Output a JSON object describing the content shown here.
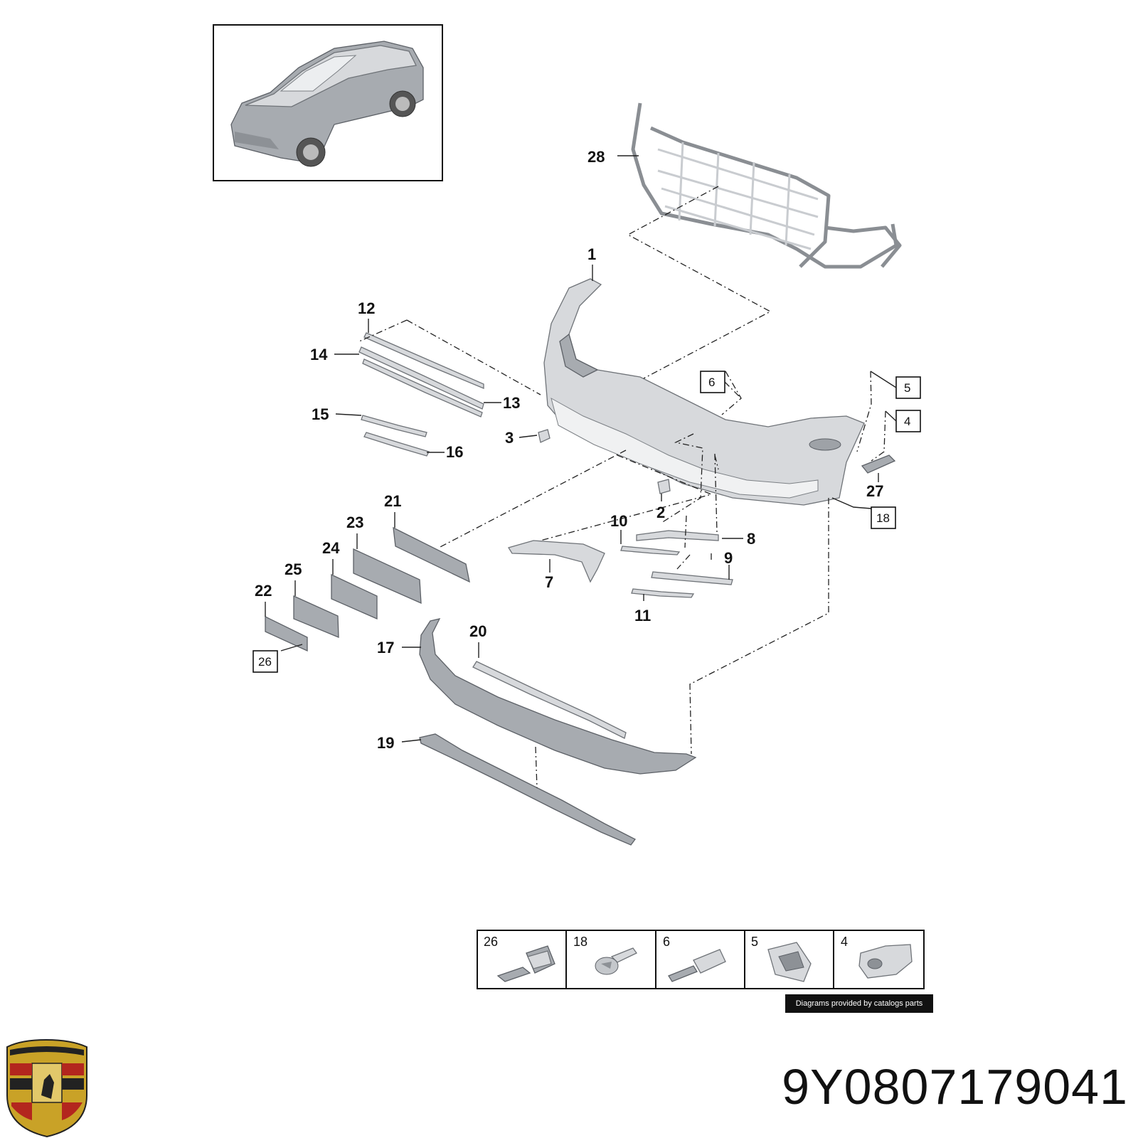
{
  "diagram": {
    "callouts": [
      "1",
      "2",
      "3",
      "7",
      "8",
      "9",
      "10",
      "11",
      "12",
      "13",
      "14",
      "15",
      "16",
      "17",
      "19",
      "20",
      "21",
      "22",
      "23",
      "24",
      "25",
      "27",
      "28"
    ],
    "boxed_callouts": [
      "4",
      "5",
      "6",
      "18",
      "26"
    ],
    "legend": [
      {
        "label": "26",
        "icon": "expansion-rivet-icon"
      },
      {
        "label": "18",
        "icon": "flange-screw-icon"
      },
      {
        "label": "6",
        "icon": "push-pin-clip-icon"
      },
      {
        "label": "5",
        "icon": "bracket-clip-icon"
      },
      {
        "label": "4",
        "icon": "mounting-bracket-icon"
      }
    ]
  },
  "credit_text": "Diagrams provided by catalogs parts",
  "part_number": "9Y0807179041",
  "colors": {
    "line": "#222222",
    "part": "#d7d9dc",
    "part_shadow": "#a7abb0",
    "credit_bg": "#111111"
  }
}
